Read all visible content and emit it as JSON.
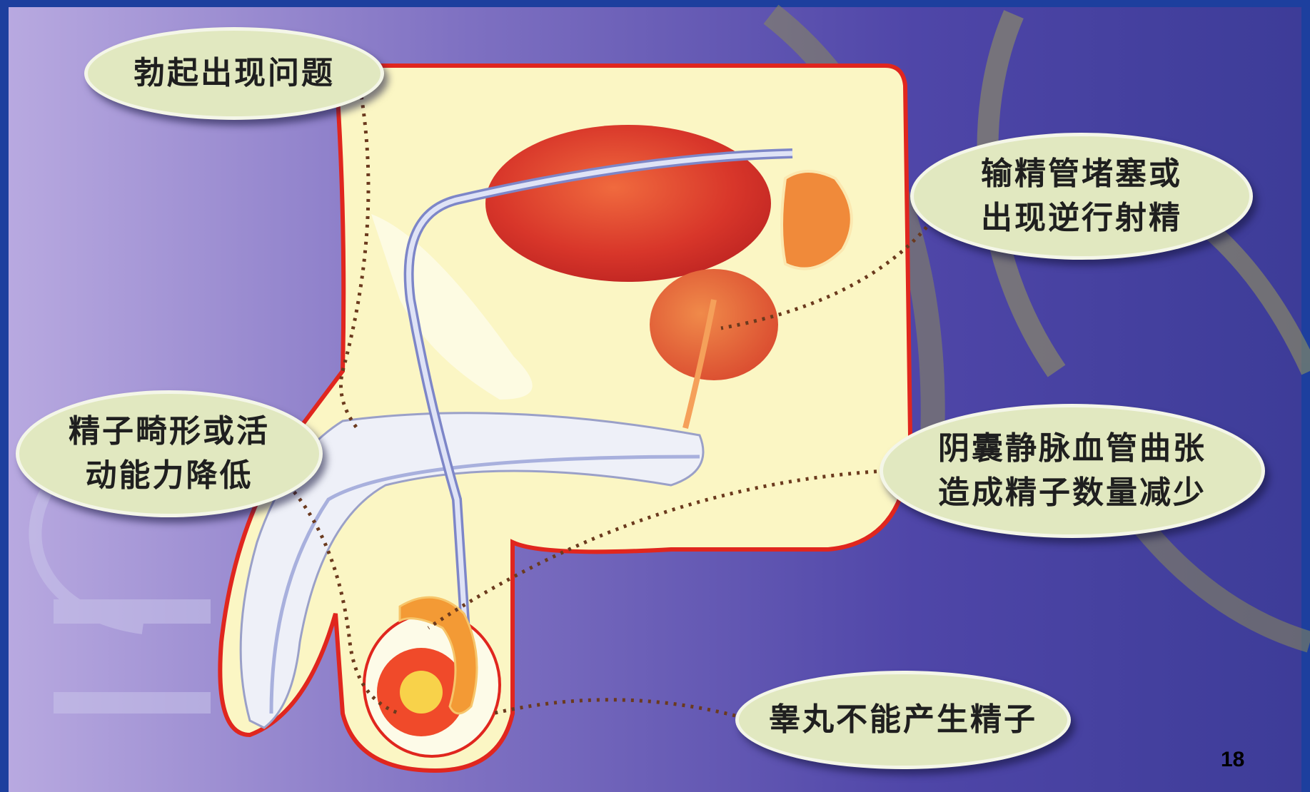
{
  "callouts": {
    "erection": {
      "line1": "勃起出现问题"
    },
    "vas_deferens": {
      "line1": "输精管堵塞或",
      "line2": "出现逆行射精"
    },
    "sperm_quality": {
      "line1": "精子畸形或活",
      "line2": "动能力降低"
    },
    "varicocele": {
      "line1": "阴囊静脉血管曲张",
      "line2": "造成精子数量减少"
    },
    "testis": {
      "line1": "睾丸不能产生精子"
    }
  },
  "page_number": "18",
  "colors": {
    "background_blue": "#1d3f9e",
    "panel_purple": "#5b4d9e",
    "callout_fill": "#e1e8c0",
    "organ_red": "#d8362a",
    "tissue_yellow": "#fbf6c4",
    "leader_line": "#6b3a1e"
  }
}
